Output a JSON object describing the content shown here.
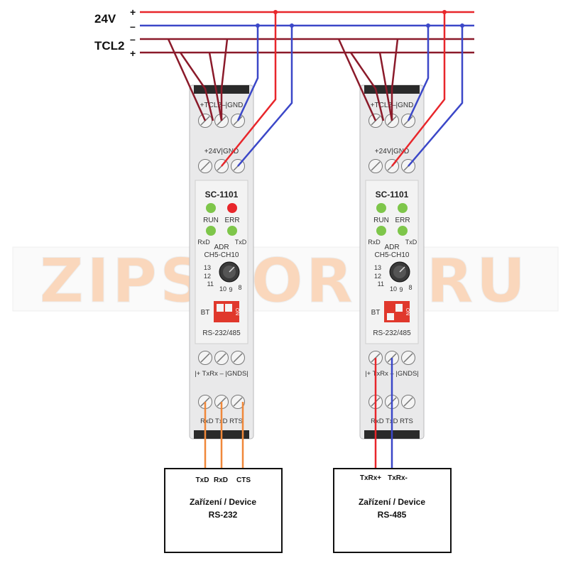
{
  "bus": {
    "power_label": "24V",
    "power_plus": "+",
    "power_minus": "–",
    "tcl_label": "TCL2",
    "tcl_minus": "–",
    "tcl_plus": "+"
  },
  "modules": [
    {
      "top_terminal_label": "+TCL2–|GND",
      "power_terminal_label": "+24V|GND",
      "model": "SC-1101",
      "led_run_label": "RUN",
      "led_err_label": "ERR",
      "led_rxd_label": "RxD",
      "led_txd_label": "TxD",
      "adr_label": "ADR",
      "ch_label": "CH5-CH10",
      "dial_numbers": [
        "13",
        "12",
        "11",
        "10",
        "9",
        "8"
      ],
      "bt_label": "BT",
      "dip_on_label": "ON",
      "bus_label": "RS-232/485",
      "txrx_terminal_label": "|+ TxRx – |GNDS|",
      "serial_terminal_label": "RxD TxD RTS"
    },
    {
      "top_terminal_label": "+TCL2–|GND",
      "power_terminal_label": "+24V|GND",
      "model": "SC-1101",
      "led_run_label": "RUN",
      "led_err_label": "ERR",
      "led_rxd_label": "RxD",
      "led_txd_label": "TxD",
      "adr_label": "ADR",
      "ch_label": "CH5-CH10",
      "dial_numbers": [
        "13",
        "12",
        "11",
        "10",
        "9",
        "8"
      ],
      "bt_label": "BT",
      "dip_on_label": "ON",
      "bus_label": "RS-232/485",
      "txrx_terminal_label": "|+ TxRx – |GNDS|",
      "serial_terminal_label": "RxD TxD RTS"
    }
  ],
  "devices": [
    {
      "pins": [
        "TxD",
        "RxD",
        "CTS"
      ],
      "title": "Zařízení / Device",
      "subtitle": "RS-232"
    },
    {
      "pins": [
        "TxRx+",
        "TxRx-"
      ],
      "title": "Zařízení / Device",
      "subtitle": "RS-485"
    }
  ],
  "watermark": "ZIPSTORE.RU",
  "colors": {
    "power_plus": "#e8262b",
    "power_minus": "#3b47c8",
    "tcl_bus": "#8b1a2a",
    "serial": "#f0883a",
    "led_green": "#7ec64a",
    "led_red": "#e8262b",
    "dip": "#e0382c",
    "watermark": "#f5b27a"
  }
}
